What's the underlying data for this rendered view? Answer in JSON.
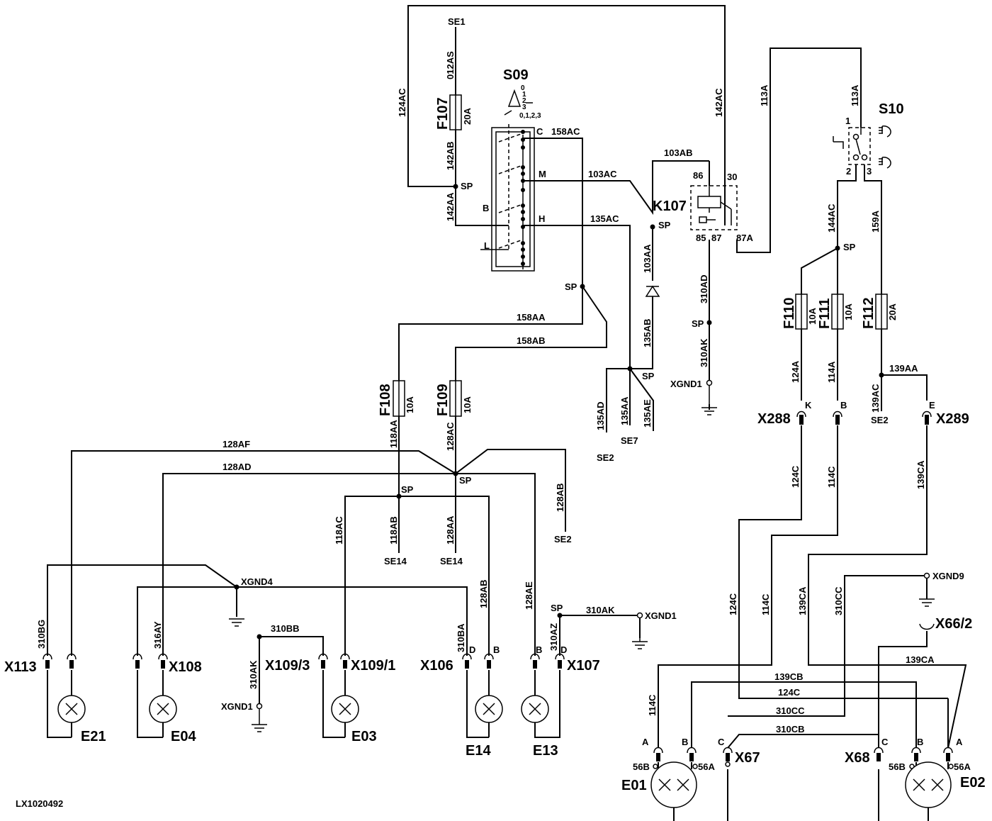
{
  "diagram": {
    "reference": "LX1020492",
    "components": {
      "s09": "S09",
      "s10": "S10",
      "k107": "K107",
      "f107": "F107",
      "f107_rating": "20A",
      "f108": "F108",
      "f108_rating": "10A",
      "f109": "F109",
      "f109_rating": "10A",
      "f110": "F110",
      "f110_rating": "10A",
      "f111": "F111",
      "f111_rating": "10A",
      "f112": "F112",
      "f112_rating": "20A",
      "e21": "E21",
      "e04": "E04",
      "e03": "E03",
      "e14": "E14",
      "e13": "E13",
      "e01": "E01",
      "e02": "E02"
    },
    "connectors": {
      "x113": "X113",
      "x108": "X108",
      "x109_3": "X109/3",
      "x109_1": "X109/1",
      "x106": "X106",
      "x107": "X107",
      "x288": "X288",
      "x289": "X289",
      "x67": "X67",
      "x68": "X68",
      "x66_2": "X66/2"
    },
    "grounds": {
      "xgnd1": "XGND1",
      "xgnd4": "XGND4",
      "xgnd9": "XGND9"
    },
    "supply_points": {
      "se1": "SE1",
      "se2": "SE2",
      "se7": "SE7",
      "se14": "SE14"
    },
    "splice": "SP",
    "wires": {
      "w012AS": "012AS",
      "w124AC": "124AC",
      "w142AB": "142AB",
      "w142AA": "142AA",
      "w142AC": "142AC",
      "w158AC": "158AC",
      "w103AC": "103AC",
      "w135AC": "135AC",
      "w103AB": "103AB",
      "w103AA": "103AA",
      "w113A": "113A",
      "w158AA": "158AA",
      "w158AB": "158AB",
      "w135AB": "135AB",
      "w135AD": "135AD",
      "w135AA": "135AA",
      "w135AE": "135AE",
      "w310AD": "310AD",
      "w310AK": "310AK",
      "w144AC": "144AC",
      "w159A": "159A",
      "w124A": "124A",
      "w114A": "114A",
      "w139AA": "139AA",
      "w139AC": "139AC",
      "w118AA": "118AA",
      "w128AC": "128AC",
      "w128AF": "128AF",
      "w128AD": "128AD",
      "w128AB": "128AB",
      "w118AC": "118AC",
      "w118AB": "118AB",
      "w128AA": "128AA",
      "w128AE": "128AE",
      "w310BG": "310BG",
      "w316AY": "316AY",
      "w310BB": "310BB",
      "w310BA": "310BA",
      "w310AZ": "310AZ",
      "w124C": "124C",
      "w114C": "114C",
      "w139CA": "139CA",
      "w310CC": "310CC",
      "w139CB": "139CB",
      "w310CB": "310CB"
    },
    "pins": {
      "c": "C",
      "m": "M",
      "h": "H",
      "b": "B",
      "l": "L",
      "p86": "86",
      "p30": "30",
      "p85": "85",
      "p87": "87",
      "p87a": "87A",
      "p1": "1",
      "p2": "2",
      "p3": "3",
      "k": "K",
      "e": "E",
      "d": "D",
      "a": "A",
      "p56a": "56A",
      "p56b": "56B",
      "pos0": "0",
      "pos1": "1",
      "pos2": "2",
      "pos3": "3",
      "pos_all": "0,1,2,3"
    }
  }
}
